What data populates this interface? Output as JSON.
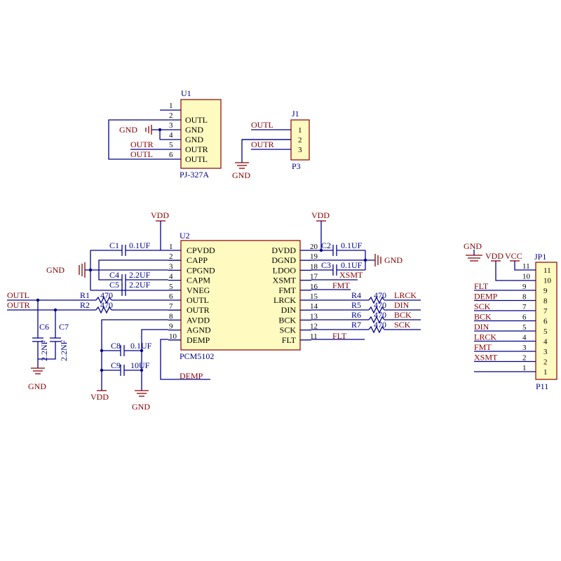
{
  "u1": {
    "ref": "U1",
    "part": "PJ-327A",
    "pins": [
      {
        "num": "1",
        "name": ""
      },
      {
        "num": "2",
        "name": "OUTL"
      },
      {
        "num": "3",
        "name": "GND"
      },
      {
        "num": "4",
        "name": "GND"
      },
      {
        "num": "5",
        "name": "OUTR"
      },
      {
        "num": "6",
        "name": "OUTL"
      }
    ],
    "gnd_label": "GND",
    "net_outr": "OUTR",
    "net_outl": "OUTL"
  },
  "j1": {
    "ref": "J1",
    "part": "P3",
    "pins": [
      "1",
      "2",
      "3"
    ],
    "net_outl": "OUTL",
    "net_outr": "OUTR",
    "gnd_label": "GND"
  },
  "u2": {
    "ref": "U2",
    "part": "PCM5102",
    "left_pins": [
      {
        "num": "1",
        "name": "CPVDD"
      },
      {
        "num": "2",
        "name": "CAPP"
      },
      {
        "num": "3",
        "name": "CPGND"
      },
      {
        "num": "4",
        "name": "CAPM"
      },
      {
        "num": "5",
        "name": "VNEG"
      },
      {
        "num": "6",
        "name": "OUTL"
      },
      {
        "num": "7",
        "name": "OUTR"
      },
      {
        "num": "8",
        "name": "AVDD"
      },
      {
        "num": "9",
        "name": "AGND"
      },
      {
        "num": "10",
        "name": "DEMP"
      }
    ],
    "right_pins": [
      {
        "num": "20",
        "name": "DVDD"
      },
      {
        "num": "19",
        "name": "DGND"
      },
      {
        "num": "18",
        "name": "LDOO"
      },
      {
        "num": "17",
        "name": "XSMT"
      },
      {
        "num": "16",
        "name": "FMT"
      },
      {
        "num": "15",
        "name": "LRCK"
      },
      {
        "num": "14",
        "name": "DIN"
      },
      {
        "num": "13",
        "name": "BCK"
      },
      {
        "num": "12",
        "name": "SCK"
      },
      {
        "num": "11",
        "name": "FLT"
      }
    ]
  },
  "components": {
    "c1": {
      "ref": "C1",
      "val": "0.1UF"
    },
    "c2": {
      "ref": "C2",
      "val": "0.1UF"
    },
    "c3": {
      "ref": "C3",
      "val": "0.1UF"
    },
    "c4": {
      "ref": "C4",
      "val": "2.2UF"
    },
    "c5": {
      "ref": "C5",
      "val": "2.2UF"
    },
    "c6": {
      "ref": "C6",
      "val": "2.2NF"
    },
    "c7": {
      "ref": "C7",
      "val": "2.2NF"
    },
    "c8": {
      "ref": "C8",
      "val": "0.1UF"
    },
    "c9": {
      "ref": "C9",
      "val": "10UF"
    },
    "r1": {
      "ref": "R1",
      "val": "470"
    },
    "r2": {
      "ref": "R2",
      "val": "470"
    },
    "r4": {
      "ref": "R4",
      "val": "470"
    },
    "r5": {
      "ref": "R5",
      "val": "470"
    },
    "r6": {
      "ref": "R6",
      "val": "470"
    },
    "r7": {
      "ref": "R7",
      "val": "470"
    }
  },
  "power": {
    "vdd": "VDD",
    "vcc": "VCC",
    "gnd": "GND"
  },
  "nets": {
    "outl": "OUTL",
    "outr": "OUTR",
    "xsmt": "XSMT",
    "fmt": "FMT",
    "flt": "FLT",
    "demp": "DEMP",
    "lrck": "LRCK",
    "din": "DIN",
    "bck": "BCK",
    "sck": "SCK"
  },
  "jp1": {
    "ref": "JP1",
    "part": "P11",
    "rows": [
      {
        "net": "",
        "pin": "11",
        "num": "11"
      },
      {
        "net": "",
        "pin": "10",
        "num": "10"
      },
      {
        "net": "FLT",
        "pin": "9",
        "num": "9"
      },
      {
        "net": "DEMP",
        "pin": "8",
        "num": "8"
      },
      {
        "net": "SCK",
        "pin": "7",
        "num": "7"
      },
      {
        "net": "BCK",
        "pin": "6",
        "num": "6"
      },
      {
        "net": "DIN",
        "pin": "5",
        "num": "5"
      },
      {
        "net": "LRCK",
        "pin": "4",
        "num": "4"
      },
      {
        "net": "FMT",
        "pin": "3",
        "num": "3"
      },
      {
        "net": "XSMT",
        "pin": "2",
        "num": "2"
      },
      {
        "net": "",
        "pin": "1",
        "num": "1"
      }
    ]
  }
}
